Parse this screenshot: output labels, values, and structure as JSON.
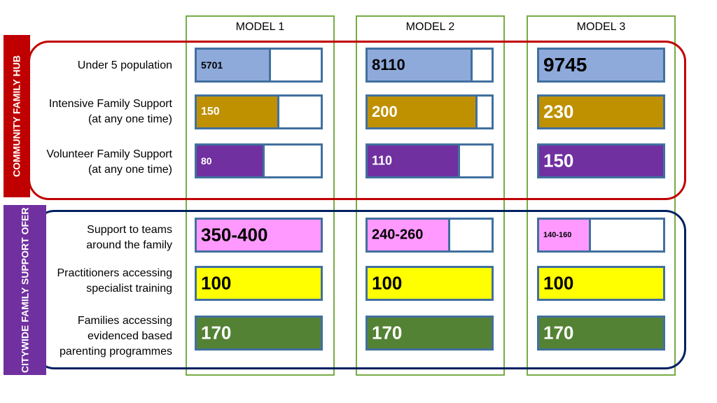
{
  "models": [
    "MODEL 1",
    "MODEL 2",
    "MODEL 3"
  ],
  "groups": [
    {
      "name": "COMMUNITY FAMILY HUB",
      "color": "#c00000",
      "border": "#c00000"
    },
    {
      "name": "CITYWIDE  FAMILY SUPPORT OFER",
      "color": "#7030a0",
      "border": "#002060"
    }
  ],
  "rows": [
    {
      "label1": "Under 5 population",
      "label2": "",
      "color": "#8eaadb",
      "cells": [
        {
          "value": "5701",
          "fill": 0.58
        },
        {
          "value": "8110",
          "fill": 0.83
        },
        {
          "value": "9745",
          "fill": 1.0
        }
      ]
    },
    {
      "label1": "Intensive Family Support",
      "label2": "(at any one time)",
      "color": "#bf9000",
      "cells": [
        {
          "value": "150",
          "fill": 0.65
        },
        {
          "value": "200",
          "fill": 0.87
        },
        {
          "value": "230",
          "fill": 1.0
        }
      ]
    },
    {
      "label1": "Volunteer Family Support",
      "label2": "(at any one time)",
      "color": "#7030a0",
      "cells": [
        {
          "value": "80",
          "fill": 0.53
        },
        {
          "value": "110",
          "fill": 0.73
        },
        {
          "value": "150",
          "fill": 1.0
        }
      ]
    },
    {
      "label1": "Support to teams",
      "label2": "around the family",
      "color": "#ff99ff",
      "cells": [
        {
          "value": "350-400",
          "fill": 1.0
        },
        {
          "value": "240-260",
          "fill": 0.65
        },
        {
          "value": "140-160",
          "fill": 0.4
        }
      ]
    },
    {
      "label1": "Practitioners accessing",
      "label2": "specialist training",
      "color": "#ffff00",
      "cells": [
        {
          "value": "100",
          "fill": 1.0
        },
        {
          "value": "100",
          "fill": 1.0
        },
        {
          "value": "100",
          "fill": 1.0
        }
      ]
    },
    {
      "label1": "Families accessing",
      "label2": "evidenced based",
      "label3": "parenting programmes",
      "color": "#548235",
      "cells": [
        {
          "value": "170",
          "fill": 1.0
        },
        {
          "value": "170",
          "fill": 1.0
        },
        {
          "value": "170",
          "fill": 1.0
        }
      ]
    }
  ]
}
